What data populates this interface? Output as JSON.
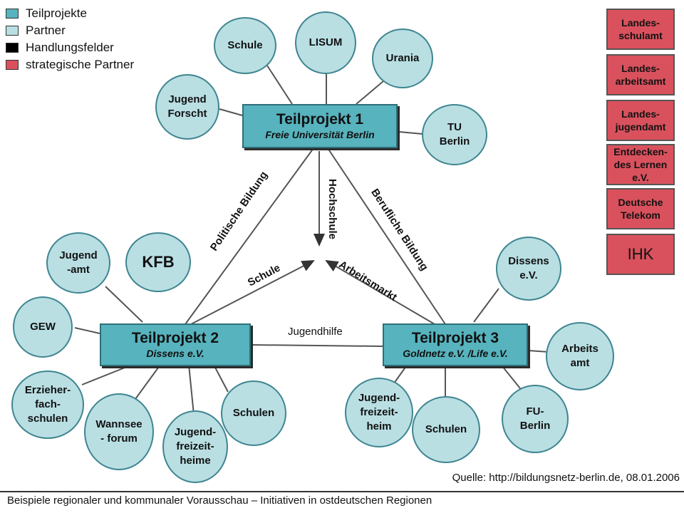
{
  "legend": [
    {
      "label": "Teilprojekte",
      "color": "#57b3be"
    },
    {
      "label": "Partner",
      "color": "#b9dfe3"
    },
    {
      "label": "Handlungsfelder",
      "color": "#000000"
    },
    {
      "label": "strategische Partner",
      "color": "#d9515d"
    }
  ],
  "projects": {
    "p1": {
      "title": "Teilprojekt 1",
      "subtitle": "Freie Universität Berlin"
    },
    "p2": {
      "title": "Teilprojekt 2",
      "subtitle": "Dissens e.V."
    },
    "p3": {
      "title": "Teilprojekt 3",
      "subtitle": "Goldnetz e.V. /Life e.V."
    }
  },
  "partners": {
    "schule": "Schule",
    "lisum": "LISUM",
    "urania": "Urania",
    "jugend_forscht": "Jugend\nForscht",
    "tu_berlin": "TU\nBerlin",
    "jugendamt": "Jugend\n-amt",
    "kfb": "KFB",
    "gew": "GEW",
    "erzieherfachschulen": "Erzieher-\nfach-\nschulen",
    "wannsee_forum": "Wannsee\n- forum",
    "jugendfreizeitheime_2": "Jugend-\nfreizeit-\nheime",
    "schulen_2": "Schulen",
    "dissens": "Dissens\ne.V.",
    "arbeitsamt": "Arbeits\namt",
    "fu_berlin": "FU-\nBerlin",
    "schulen_3": "Schulen",
    "jugendfreizeitheim_3": "Jugend-\nfreizeit-\nheim"
  },
  "fields": {
    "politische_bildung": "Politische Bildung",
    "hochschule": "Hochschule",
    "berufliche_bildung": "Berufliche Bildung",
    "schule": "Schule",
    "arbeitsmarkt": "Arbeitsmarkt",
    "jugendhilfe": "Jugendhilfe"
  },
  "strategic_partners": [
    "Landes-\nschulamt",
    "Landes-\narbeitsamt",
    "Landes-\njugendamt",
    "Entdecken-\ndes Lernen\ne.V.",
    "Deutsche\nTelekom",
    "IHK"
  ],
  "source": "Quelle: http://bildungsnetz-berlin.de, 08.01.2006",
  "footer": "Beispiele regionaler und kommunaler Vorausschau – Initiativen in ostdeutschen Regionen"
}
